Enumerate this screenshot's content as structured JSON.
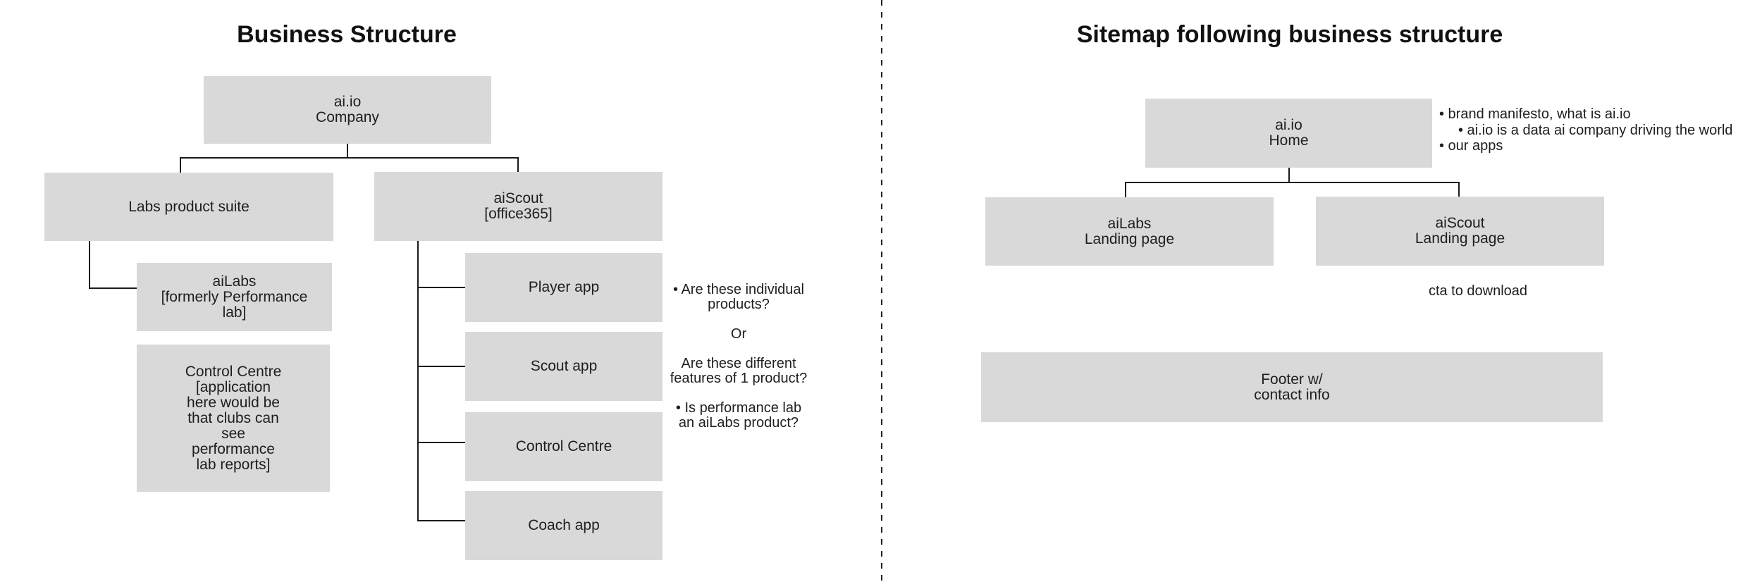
{
  "left": {
    "title": "Business Structure",
    "nodes": {
      "company": {
        "label": "ai.io\nCompany"
      },
      "labs_suite": {
        "label": "Labs product suite"
      },
      "aiscout": {
        "label": "aiScout\n[office365]"
      },
      "ailabs": {
        "label": "aiLabs\n[formerly Performance\nlab]"
      },
      "control_centre_labs": {
        "label": "Control Centre\n[application\nhere would be\nthat clubs can\nsee\nperformance\nlab reports]"
      },
      "player_app": {
        "label": "Player app"
      },
      "scout_app": {
        "label": "Scout app"
      },
      "control_centre_scout": {
        "label": "Control Centre"
      },
      "coach_app": {
        "label": "Coach app"
      }
    },
    "notes": {
      "q1": "• Are these individual\nproducts?",
      "or": "Or",
      "q2": "Are these different\nfeatures of 1 product?",
      "q3": "• Is performance lab\nan aiLabs product?"
    }
  },
  "right": {
    "title": "Sitemap following business structure",
    "nodes": {
      "home": {
        "label": "ai.io\nHome"
      },
      "ailabs_landing": {
        "label": "aiLabs\nLanding page"
      },
      "aiscout_landing": {
        "label": "aiScout\nLanding page"
      },
      "footer": {
        "label": "Footer w/\ncontact info"
      }
    },
    "notes": {
      "bullet1": "• brand manifesto, what is ai.io",
      "bullet1_sub": "• ai.io is a data ai company driving the world",
      "bullet2": "• our apps",
      "cta": "cta to download"
    }
  },
  "colors": {
    "node_fill": "#d9d9d9",
    "text": "#1e1e1e",
    "connector": "#1a1a1a",
    "background": "#ffffff"
  }
}
